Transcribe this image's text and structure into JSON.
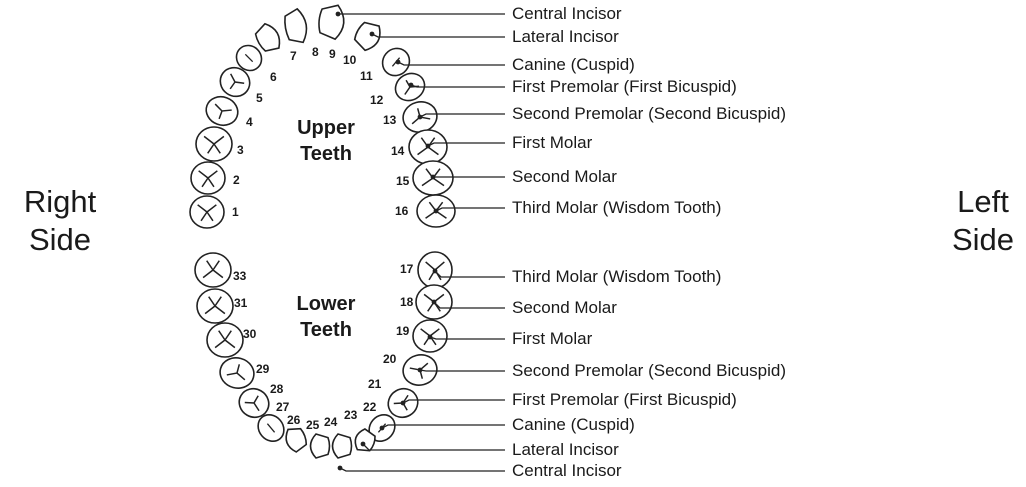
{
  "sides": {
    "right": [
      "Right",
      "Side"
    ],
    "left": [
      "Left",
      "Side"
    ]
  },
  "jaws": {
    "upper": [
      "Upper",
      "Teeth"
    ],
    "lower": [
      "Lower",
      "Teeth"
    ]
  },
  "upper_labels": [
    "Central Incisor",
    "Lateral Incisor",
    "Canine (Cuspid)",
    "First Premolar (First Bicuspid)",
    "Second Premolar (Second Bicuspid)",
    "First Molar",
    "Second Molar",
    "Third Molar (Wisdom Tooth)"
  ],
  "lower_labels": [
    "Third Molar (Wisdom Tooth)",
    "Second Molar",
    "First Molar",
    "Second Premolar (Second Bicuspid)",
    "First Premolar (First Bicuspid)",
    "Canine (Cuspid)",
    "Lateral Incisor",
    "Central Incisor"
  ],
  "upper_numbers": [
    "1",
    "2",
    "3",
    "4",
    "5",
    "6",
    "7",
    "8",
    "9",
    "10",
    "11",
    "12",
    "13",
    "14",
    "15",
    "16"
  ],
  "lower_numbers": [
    "17",
    "18",
    "19",
    "20",
    "21",
    "22",
    "23",
    "24",
    "25",
    "26",
    "27",
    "28",
    "29",
    "30",
    "31",
    "33"
  ]
}
